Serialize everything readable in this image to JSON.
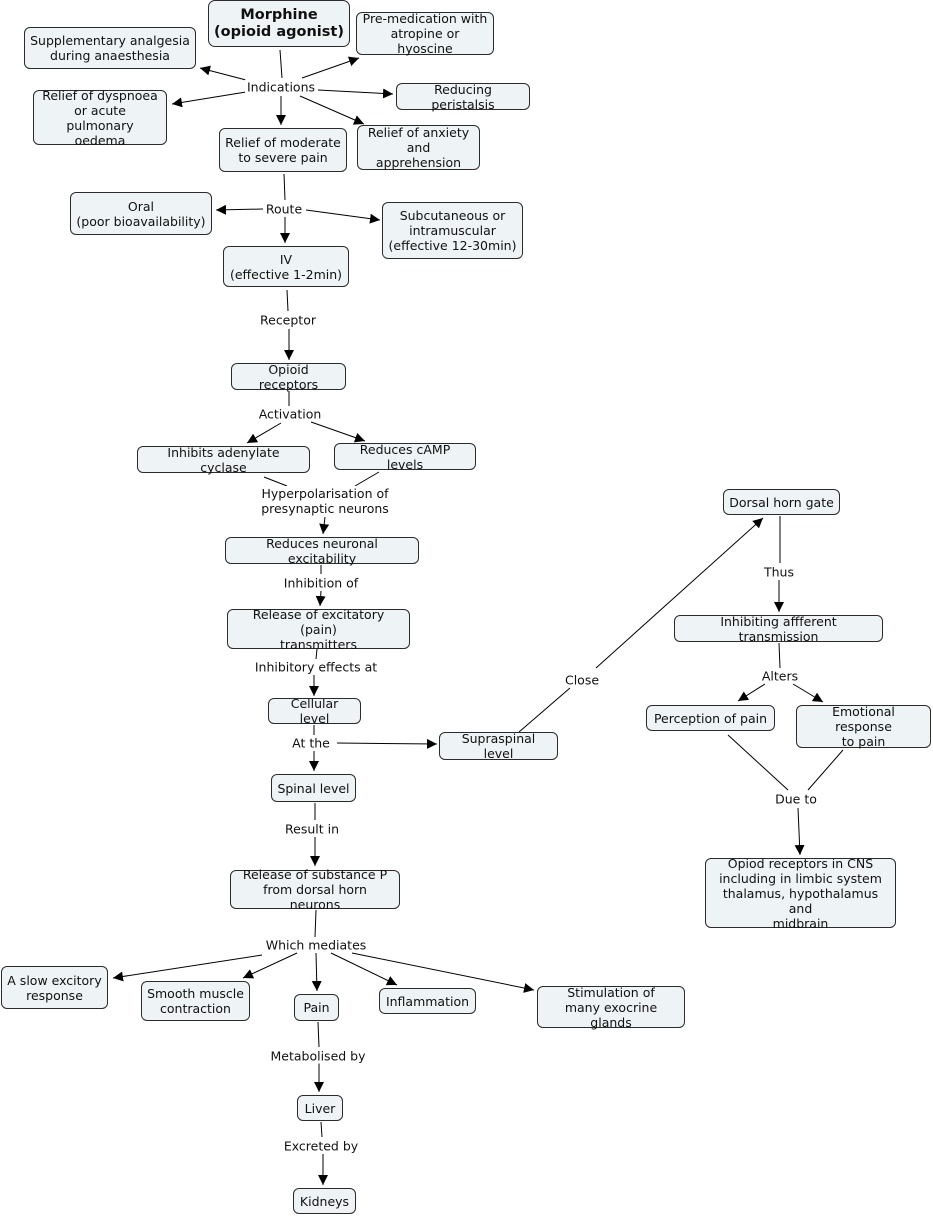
{
  "nodes": {
    "morphine": "Morphine\n(opioid agonist)",
    "supplementary": "Supplementary analgesia\nduring anaesthesia",
    "premed": "Pre-medication with\natropine or hyoscine",
    "dyspnoea": "Relief of dyspnoea\nor acute pulmonary\noedema",
    "peristalsis": "Reducing peristalsis",
    "pain_relief": "Relief of moderate\nto severe pain",
    "anxiety": "Relief of anxiety\nand apprehension",
    "oral": "Oral\n(poor bioavailability)",
    "subcut": "Subcutaneous or\nintramuscular\n(effective 12-30min)",
    "iv": "IV\n(effective 1-2min)",
    "opioid_receptors": "Opioid receptors",
    "adenylate": "Inhibits adenylate cyclase",
    "camp": "Reduces cAMP levels",
    "neuronal": "Reduces neuronal excitability",
    "release_excitatory": "Release of excitatory (pain)\ntransmitters",
    "cellular": "Cellular level",
    "supraspinal": "Supraspinal level",
    "spinal": "Spinal level",
    "substance_p": "Release of substance P\nfrom dorsal horn neurons",
    "slow_excitory": "A slow excitory\nresponse",
    "smooth_muscle": "Smooth muscle\ncontraction",
    "pain": "Pain",
    "inflammation": "Inflammation",
    "exocrine": "Stimulation of\nmany exocrine glands",
    "liver": "Liver",
    "kidneys": "Kidneys",
    "dorsal_horn": "Dorsal horn gate",
    "afferent": "Inhibiting affferent transmission",
    "perception": "Perception of pain",
    "emotional": "Emotional response\nto pain",
    "cns": "Opiod receptors in CNS\nincluding in limbic system\nthalamus, hypothalamus and\nmidbrain"
  },
  "labels": {
    "indications": "Indications",
    "route": "Route",
    "receptor": "Receptor",
    "activation": "Activation",
    "hyperpolarisation": "Hyperpolarisation of\npresynaptic neurons",
    "inhibition_of": "Inhibition of",
    "inhibitory_effects": "Inhibitory effects at",
    "at_the": "At the",
    "result_in": "Result in",
    "which_mediates": "Which mediates",
    "metabolised_by": "Metabolised by",
    "excreted_by": "Excreted by",
    "close": "Close",
    "thus": "Thus",
    "alters": "Alters",
    "due_to": "Due to"
  },
  "colors": {
    "node_fill": "#eef3f5",
    "node_border": "#2b2b2b",
    "line": "#000000"
  }
}
